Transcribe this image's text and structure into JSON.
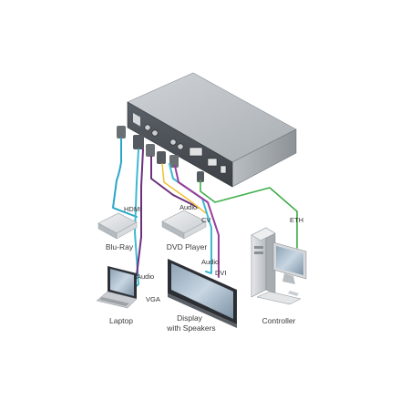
{
  "cable_colors": {
    "hdmi": "#2aa6c8",
    "vga": "#3fb8d4",
    "audio": "#6b2f7d",
    "video": "#9a3f9e",
    "eth": "#3fae4a"
  },
  "devices": {
    "blu_ray": {
      "caption": "Blu-Ray",
      "icon": "blu-ray-player-icon"
    },
    "dvd": {
      "caption": "DVD Player",
      "icon": "dvd-player-icon"
    },
    "laptop": {
      "caption": "Laptop",
      "icon": "laptop-icon"
    },
    "display": {
      "caption_line1": "Display",
      "caption_line2": "with Speakers",
      "icon": "display-monitor-icon"
    },
    "controller": {
      "caption": "Controller",
      "icon": "desktop-computer-icon"
    },
    "switcher": {
      "icon": "av-switcher-unit-icon"
    }
  },
  "cable_labels": {
    "hdmi": "HDMI",
    "audio_dvd": "Audio",
    "cv": "CV",
    "audio_laptop": "Audio",
    "vga": "VGA",
    "audio_display": "Audio",
    "dvi": "DVI",
    "eth": "ETH"
  }
}
